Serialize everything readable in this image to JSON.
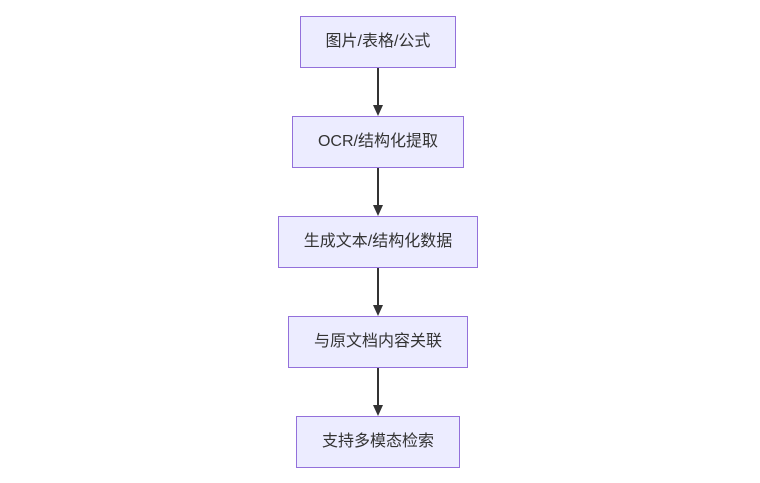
{
  "diagram": {
    "type": "flowchart",
    "direction": "top-down",
    "colors": {
      "node_fill": "#ECECFF",
      "node_border": "#9370DB",
      "node_text": "#333333",
      "arrow": "#333333",
      "background": "#FFFFFF"
    },
    "nodes": [
      {
        "id": "step-1",
        "label": "图片/表格/公式"
      },
      {
        "id": "step-2",
        "label": "OCR/结构化提取"
      },
      {
        "id": "step-3",
        "label": "生成文本/结构化数据"
      },
      {
        "id": "step-4",
        "label": "与原文档内容关联"
      },
      {
        "id": "step-5",
        "label": "支持多模态检索"
      }
    ],
    "edges": [
      {
        "from": "step-1",
        "to": "step-2",
        "style": "arrow"
      },
      {
        "from": "step-2",
        "to": "step-3",
        "style": "arrow"
      },
      {
        "from": "step-3",
        "to": "step-4",
        "style": "arrow"
      },
      {
        "from": "step-4",
        "to": "step-5",
        "style": "arrow"
      }
    ]
  }
}
